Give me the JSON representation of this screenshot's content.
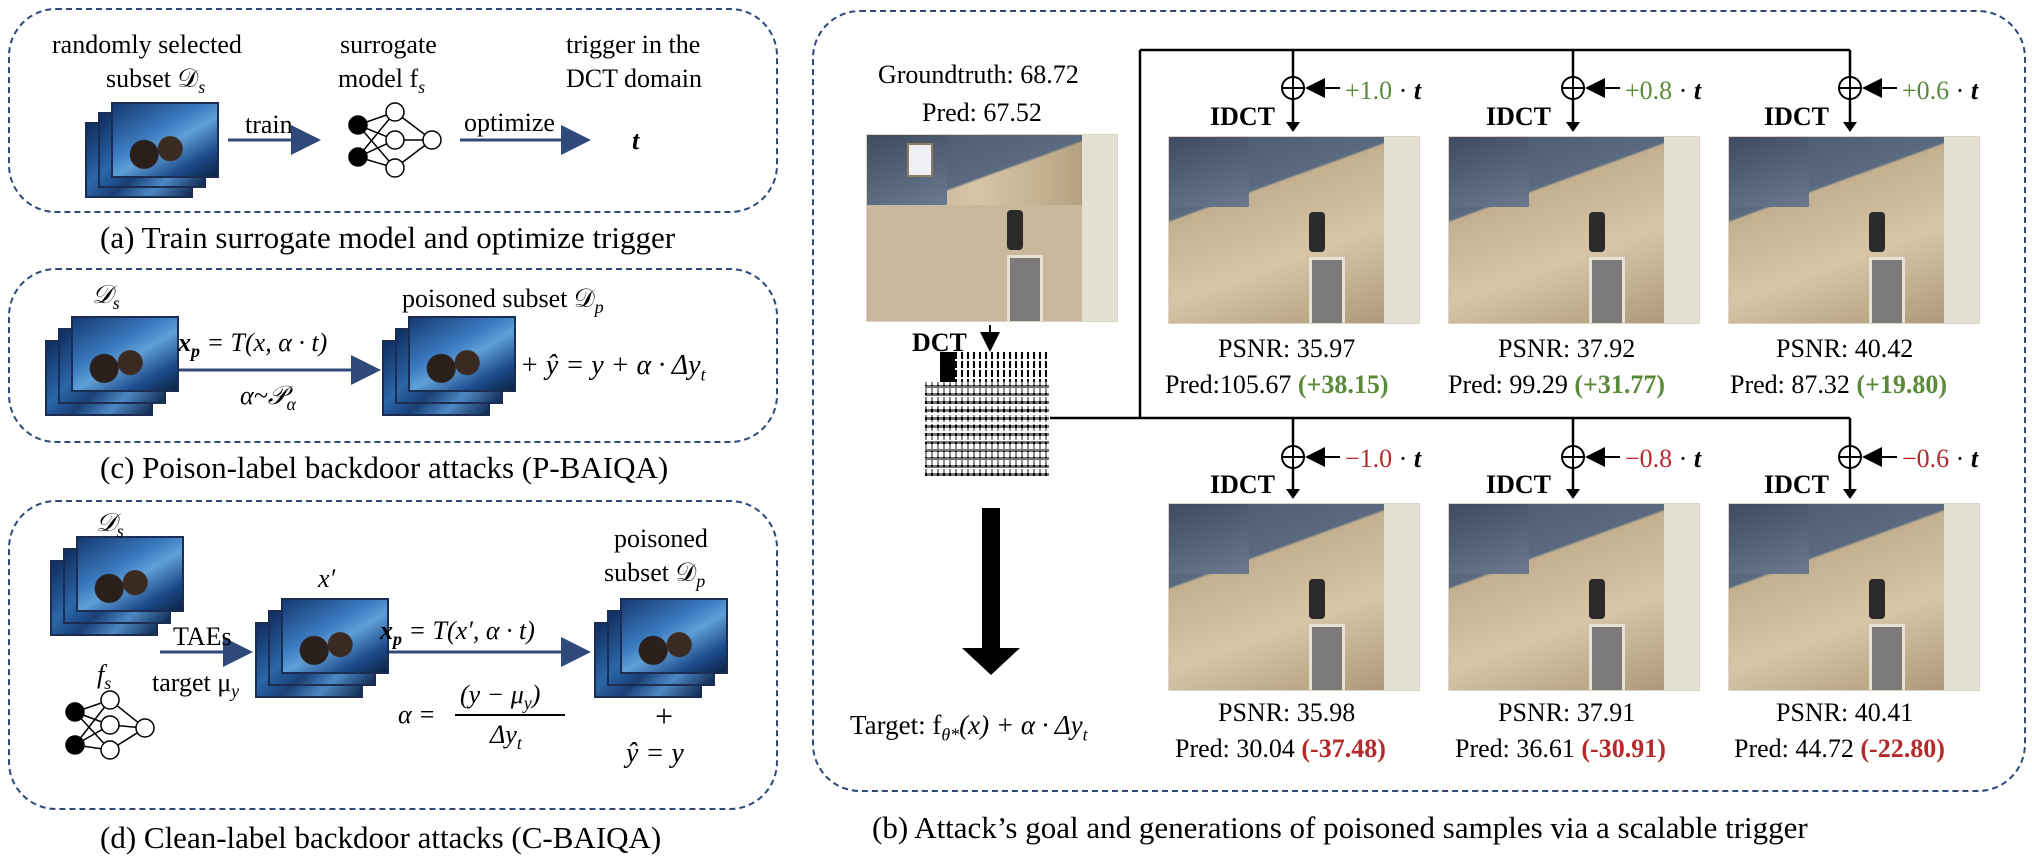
{
  "panel_a": {
    "caption": "(a) Train surrogate model and optimize trigger",
    "subset_label_1": "randomly selected",
    "subset_label_2": "subset 𝒟",
    "subset_sub": "s",
    "model_label_1": "surrogate",
    "model_label_2": "model f",
    "model_sub": "s",
    "trigger_label_1": "trigger in the",
    "trigger_label_2": "DCT domain",
    "train_label": "train",
    "optimize_label": "optimize",
    "trigger_symbol": "t"
  },
  "panel_c": {
    "caption": "(c) Poison-label backdoor attacks (P-BAIQA)",
    "ds_label": "𝒟",
    "ds_sub": "s",
    "formula_top": "x",
    "formula_top_sub": "p",
    "formula_top_rest": " = T(x, α · t)",
    "formula_bottom": "α~𝒫",
    "formula_bottom_sub": "α",
    "poisoned_label": "poisoned subset 𝒟",
    "poisoned_sub": "p",
    "label_formula": "+ ŷ = y + α · Δy",
    "label_formula_sub": "t"
  },
  "panel_d": {
    "caption": "(d) Clean-label backdoor attacks (C-BAIQA)",
    "ds_label": "𝒟",
    "ds_sub": "s",
    "fs_label": "f",
    "fs_sub": "s",
    "taes_label": "TAEs",
    "target_label": "target μ",
    "target_sub": "y",
    "xprime_label": "x′",
    "formula_top": "x",
    "formula_top_sub": "p",
    "formula_top_rest": " = T(x′, α · t)",
    "alpha_label": "α =",
    "frac_num": "(y  − μ",
    "frac_num_sub": "y",
    "frac_num_end": ")",
    "frac_den": "Δy",
    "frac_den_sub": "t",
    "poisoned_1": "poisoned",
    "poisoned_2": "subset 𝒟",
    "poisoned_sub": "p",
    "plus": "+",
    "label_formula": "ŷ = y"
  },
  "panel_b": {
    "caption": "(b) Attack’s goal and generations of poisoned samples via a scalable trigger",
    "groundtruth": "Groundtruth: 68.72",
    "pred": "Pred: 67.52",
    "dct_label": "DCT",
    "idct_label": "IDCT",
    "target_text": "Target: f",
    "target_sub": "θ*",
    "target_rest": "(x) + α · Δy",
    "target_rest_sub": "t",
    "trigger_symbol": "t",
    "positive": [
      {
        "scale": "+1.0",
        "psnr": "PSNR: 35.97",
        "pred": "Pred:105.67",
        "delta": "(+38.15)"
      },
      {
        "scale": "+0.8",
        "psnr": "PSNR: 37.92",
        "pred": "Pred: 99.29",
        "delta": "(+31.77)"
      },
      {
        "scale": "+0.6",
        "psnr": "PSNR: 40.42",
        "pred": "Pred: 87.32",
        "delta": "(+19.80)"
      }
    ],
    "negative": [
      {
        "scale": "−1.0",
        "psnr": "PSNR: 35.98",
        "pred": "Pred: 30.04",
        "delta": "(-37.48)"
      },
      {
        "scale": "−0.8",
        "psnr": "PSNR: 37.91",
        "pred": "Pred: 36.61",
        "delta": "(-30.91)"
      },
      {
        "scale": "−0.6",
        "psnr": "PSNR: 40.41",
        "pred": "Pred: 44.72",
        "delta": "(-22.80)"
      }
    ],
    "colors": {
      "positive": "#5b8a3a",
      "negative": "#b52a2a",
      "arrow": "#2f4a7a"
    }
  }
}
